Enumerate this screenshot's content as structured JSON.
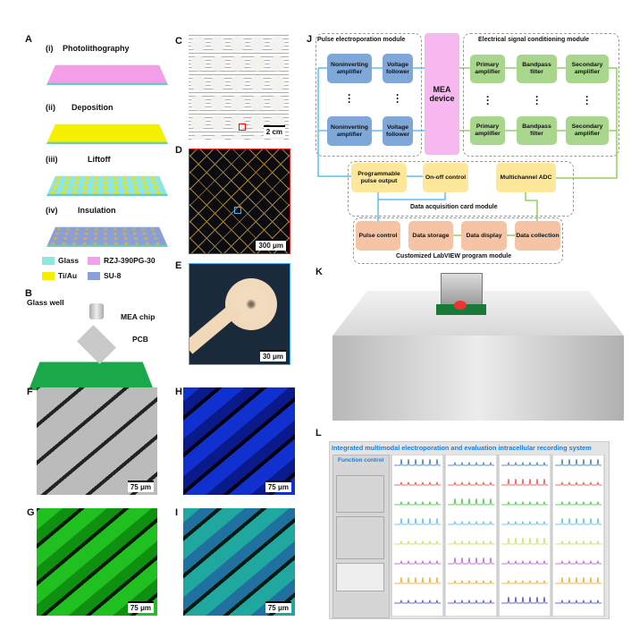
{
  "panel_labels": [
    "A",
    "B",
    "C",
    "D",
    "E",
    "F",
    "G",
    "H",
    "I",
    "J",
    "K",
    "L"
  ],
  "panelA": {
    "steps": [
      {
        "num": "(i)",
        "title": "Photolithography"
      },
      {
        "num": "(ii)",
        "title": "Deposition"
      },
      {
        "num": "(iii)",
        "title": "Liftoff"
      },
      {
        "num": "(iv)",
        "title": "Insulation"
      }
    ],
    "legend": [
      {
        "label": "Glass",
        "color": "#8ee6e0"
      },
      {
        "label": "RZJ-390PG-30",
        "color": "#f59ee8"
      },
      {
        "label": "Ti/Au",
        "color": "#f5f000"
      },
      {
        "label": "SU-8",
        "color": "#8a9fd6"
      }
    ]
  },
  "panelB": {
    "glass_well": "Glass well",
    "mea_chip": "MEA chip",
    "pcb": "PCB"
  },
  "scalebars": {
    "C": "2 cm",
    "D": "300 μm",
    "E": "30 μm",
    "F": "75 μm",
    "G": "75 μm",
    "H": "75 μm",
    "I": "75 μm"
  },
  "panelJ": {
    "pulse_module": "Pulse electroporation module",
    "signal_module": "Electrical signal conditioning module",
    "daq_module": "Data acquisition card module",
    "labview_module": "Customized LabVIEW program module",
    "noninverting": "Noninverting amplifier",
    "voltage_follower": "Voltage follower",
    "mea": "MEA device",
    "primary": "Primary amplifier",
    "bandpass": "Bandpass filter",
    "secondary": "Secondary amplifier",
    "programmable": "Programmable pulse output",
    "onoff": "On-off control",
    "adc": "Multichannel ADC",
    "pulse_control": "Pulse control",
    "data_storage": "Data storage",
    "data_display": "Data display",
    "data_collection": "Data collection",
    "colors": {
      "blue": "#7fa8d8",
      "green": "#a9d68d",
      "yellow": "#fde79a",
      "orange": "#f6c4a4",
      "mea": "#f7b8f0",
      "blue_arrow": "#5bc0f5",
      "green_arrow": "#8fd45c"
    }
  },
  "panelL": {
    "title": "Integrated multimodal electroporation and evaluation intracellular recording system",
    "function_control": "Function control",
    "trace_colors": [
      "#2e6fb7",
      "#ff3b3b",
      "#22cc22",
      "#4ab8f0",
      "#b7e640",
      "#b84ee0",
      "#f5a000",
      "#3a3ad8"
    ]
  }
}
